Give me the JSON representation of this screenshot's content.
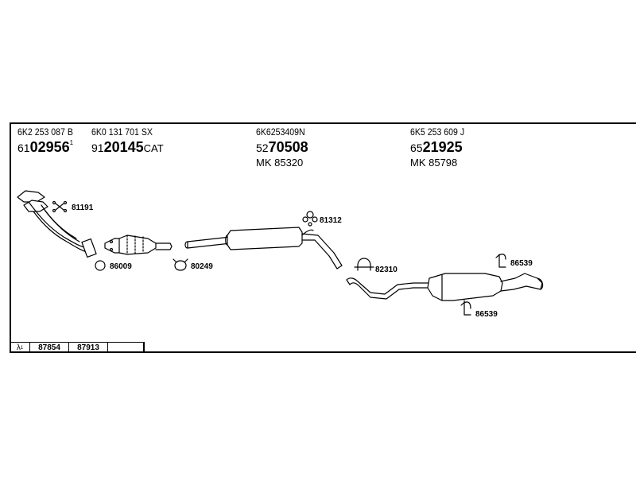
{
  "parts": [
    {
      "oe": "6K2 253 087 B",
      "num_prefix": "61",
      "num_main": "02956",
      "num_suffix": "",
      "num_sup": "1",
      "mk": ""
    },
    {
      "oe": "6K0 131 701 SX",
      "num_prefix": "91",
      "num_main": "20145",
      "num_suffix": "CAT",
      "num_sup": "",
      "mk": ""
    },
    {
      "oe": "6K6253409N",
      "num_prefix": "52",
      "num_main": "70508",
      "num_suffix": "",
      "num_sup": "",
      "mk": "MK 85320"
    },
    {
      "oe": "6K5 253 609 J",
      "num_prefix": "65",
      "num_main": "21925",
      "num_suffix": "",
      "num_sup": "",
      "mk": "MK 85798"
    }
  ],
  "callouts": {
    "c81191": "81191",
    "c86009": "86009",
    "c80249": "80249",
    "c81312": "81312",
    "c82310": "82310",
    "c86539_top": "86539",
    "c86539_bottom": "86539"
  },
  "lambda_row": {
    "symbol": "λ",
    "sup": "1",
    "cells": [
      "87854",
      "87913",
      ""
    ]
  }
}
